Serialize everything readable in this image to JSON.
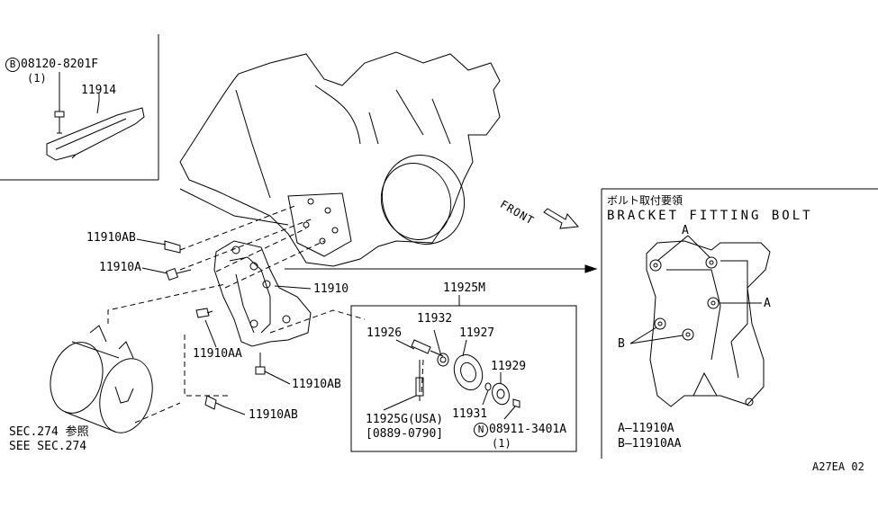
{
  "inset_topleft": {
    "circle_letter": "B",
    "bolt_part": "08120-8201F",
    "bolt_qty": "(1)",
    "part": "11914"
  },
  "main": {
    "p_11910AB_top": "11910AB",
    "p_11910A": "11910A",
    "p_11910": "11910",
    "p_11910AA": "11910AA",
    "p_11910AB_mid": "11910AB",
    "p_11910AB_bot": "11910AB",
    "sec_jp": "SEC.274  参照",
    "sec_en": "SEE SEC.274",
    "front": "FRONT"
  },
  "idler_box": {
    "title": "11925M",
    "p_11932": "11932",
    "p_11926": "11926",
    "p_11927": "11927",
    "p_11929": "11929",
    "p_11931": "11931",
    "p_11925G": "11925G(USA)",
    "date_range": "[0889-0790]",
    "circle_letter": "N",
    "nut_part": "08911-3401A",
    "nut_qty": "(1)"
  },
  "bracket_panel": {
    "title_jp": "ボルト取付要領",
    "title_en": "BRACKET FITTING BOLT",
    "marker_a_top": "A",
    "marker_a_right": "A",
    "marker_b": "B",
    "legend_a": "A—11910A",
    "legend_b": "B—11910AA"
  },
  "diagram_code": "A27EA 02"
}
